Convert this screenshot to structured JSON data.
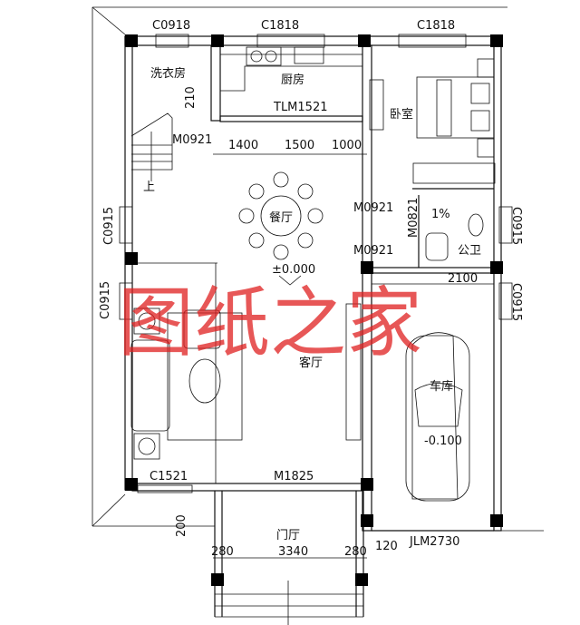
{
  "plan": {
    "windows": {
      "laundry": "C0918",
      "kitchen": "C1818",
      "bedroom": "C1818",
      "dining_left": "C0915",
      "bath_right": "C0915",
      "living_left": "C0915",
      "garage_right": "C0915",
      "living_front": "C1521"
    },
    "doors": {
      "laundry": "M0921",
      "bedroom": "M0921",
      "bath": "M0821",
      "garage": "M0921",
      "kitchen_slide": "TLM1521",
      "entry": "M1825",
      "garage_roll": "JLM2730"
    },
    "rooms": {
      "laundry": "洗衣房",
      "kitchen": "厨房",
      "bedroom": "卧室",
      "dining": "餐厅",
      "bath": "公卫",
      "living": "客厅",
      "garage": "车库",
      "porch": "门厅",
      "stair_up": "上"
    },
    "dimensions": {
      "d210": "210",
      "d1400": "1400",
      "d1500": "1500",
      "d1000": "1000",
      "d2100": "2100",
      "d200": "200",
      "d280a": "280",
      "d3340": "3340",
      "d280b": "280",
      "d120": "120"
    },
    "levels": {
      "living": "±0.000",
      "garage": "-0.100",
      "slope": "1%"
    },
    "watermark": "图纸之家",
    "colors": {
      "line": "#111111",
      "watermark": "#e02020"
    }
  }
}
